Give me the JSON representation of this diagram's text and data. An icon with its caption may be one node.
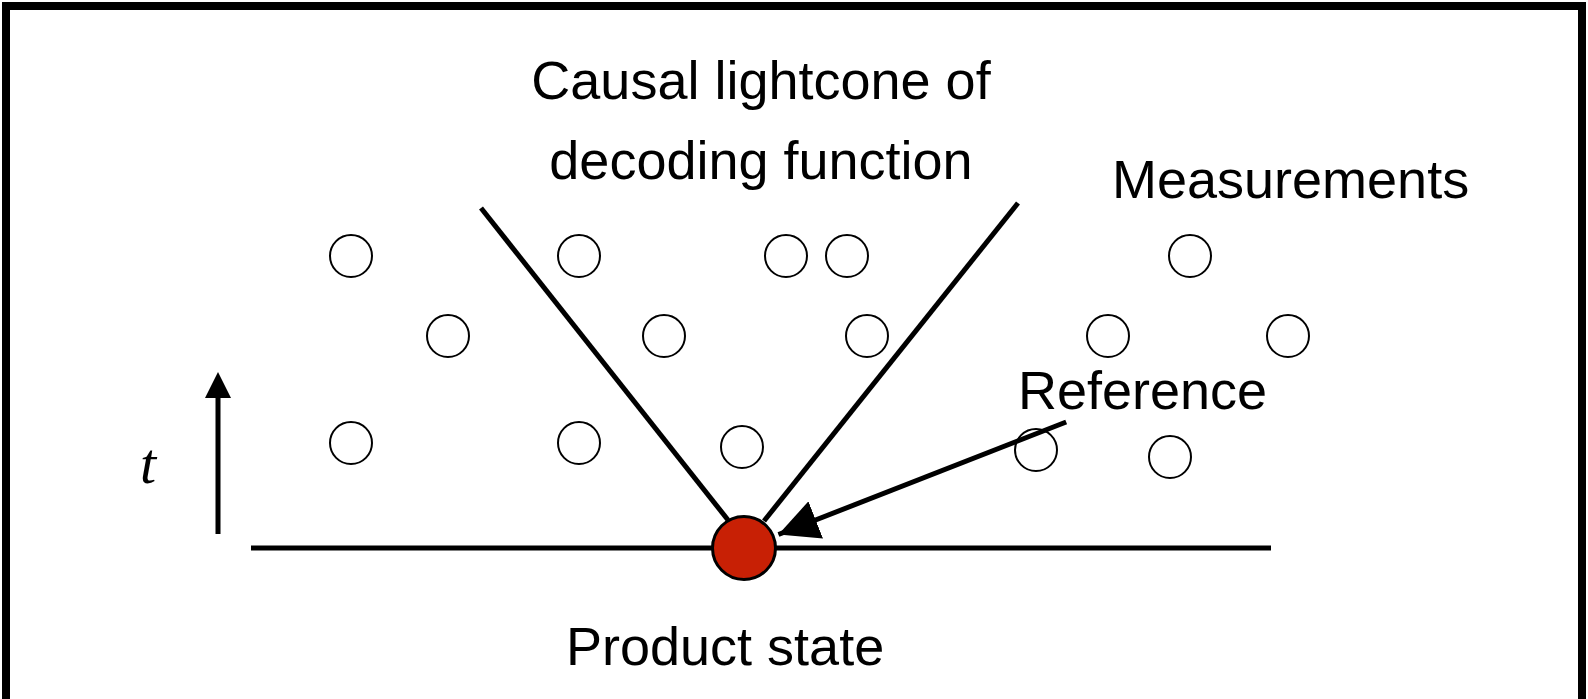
{
  "diagram": {
    "nodes": [
      {
        "text": [
          "Reference"
        ]
      },
      {
        "text": [],
        "shape": "circle"
      }
    ],
    "edges": [
      {
        "from": 0,
        "to": 1,
        "arrow": "to"
      }
    ],
    "labels": [
      "Causal lightcone of decoding function",
      "Measurements",
      "t",
      "Product state"
    ]
  }
}
